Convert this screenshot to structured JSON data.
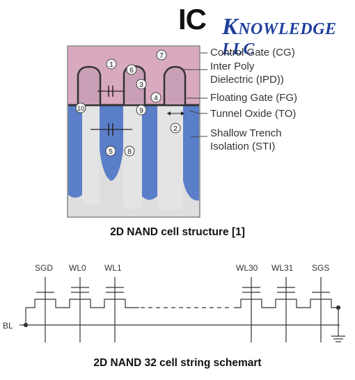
{
  "logo": {
    "ic": "IC",
    "k": "K",
    "rest": "NOWLEDGE LLC"
  },
  "structure": {
    "callouts": [
      "Control Gate (CG)",
      "Inter Poly",
      "Dielectric (IPD))",
      "Floating Gate (FG)",
      "Tunnel Oxide (TO)",
      "Shallow Trench",
      "Isolation (STI)"
    ],
    "markers": [
      "1",
      "2",
      "3",
      "4",
      "5",
      "6",
      "7",
      "8",
      "9",
      "10"
    ],
    "caption": "2D NAND cell structure [1]"
  },
  "schematic": {
    "labels": [
      "SGD",
      "WL0",
      "WL1",
      "WL30",
      "WL31",
      "SGS"
    ],
    "bl_label": "BL",
    "caption": "2D NAND 32 cell string schemart"
  },
  "colors": {
    "control_gate": "#d9a9bf",
    "silicon": "#e0e0e0",
    "sti": "#5b7fc9",
    "logo_blue": "#1f3f9e"
  }
}
